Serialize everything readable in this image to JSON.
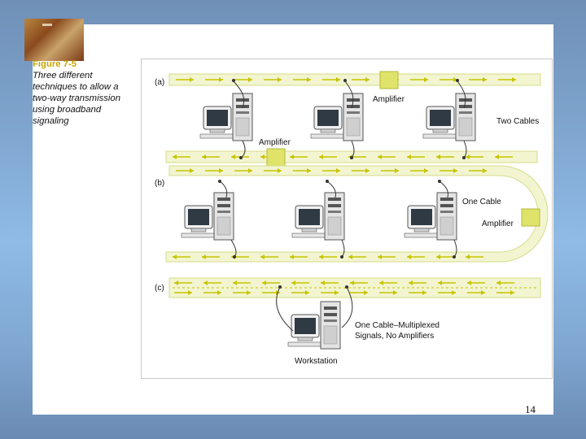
{
  "caption": {
    "figure_label": "Figure 7-5",
    "text": "Three different techniques to allow a two-way transmission using broadband signaling"
  },
  "diagram": {
    "parts": [
      {
        "label": "(a)",
        "amplifier_top": "Amplifier",
        "amplifier_bottom": "Amplifier",
        "note": "Two Cables"
      },
      {
        "label": "(b)",
        "note": "One Cable",
        "amplifier": "Amplifier"
      },
      {
        "label": "(c)",
        "note_line1": "One Cable–Multiplexed",
        "note_line2": "Signals, No Amplifiers",
        "workstation": "Workstation"
      }
    ],
    "colors": {
      "cable": "#f2f5d0",
      "cable_stroke": "#d7dc8a",
      "arrow": "#c7c400",
      "amplifier": "#dfe36a",
      "amplifier_stroke": "#b5b93a"
    }
  },
  "page_number": "14"
}
